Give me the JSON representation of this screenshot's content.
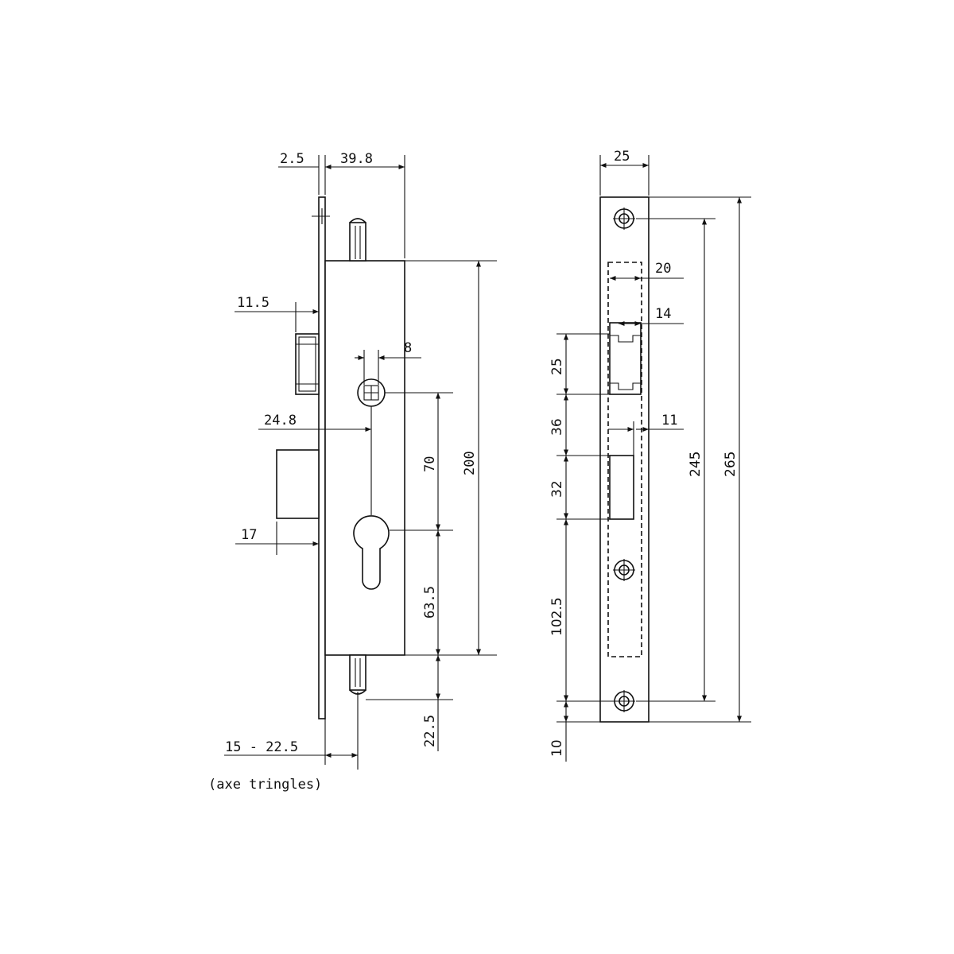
{
  "left_view": {
    "dims": {
      "flange": "2.5",
      "case_depth": "39.8",
      "latch_proj": "11.5",
      "spindle_sq": "8",
      "backset": "24.8",
      "spindle_to_cyl": "70",
      "case_height": "200",
      "bolt_proj": "17",
      "cyl_to_bottom": "63.5",
      "rod_offset": "22.5",
      "rod_axis": "15 - 22.5"
    },
    "note": "(axe tringles)"
  },
  "right_view": {
    "dims": {
      "plate_width": "25",
      "latch_hole_w": "20",
      "latch_hole_w2": "14",
      "latch_height": "25",
      "gap": "36",
      "bolt_proj": "11",
      "bolt_height": "32",
      "lower": "102.5",
      "screw_dist": "245",
      "plate_length": "265",
      "bottom": "10"
    }
  }
}
